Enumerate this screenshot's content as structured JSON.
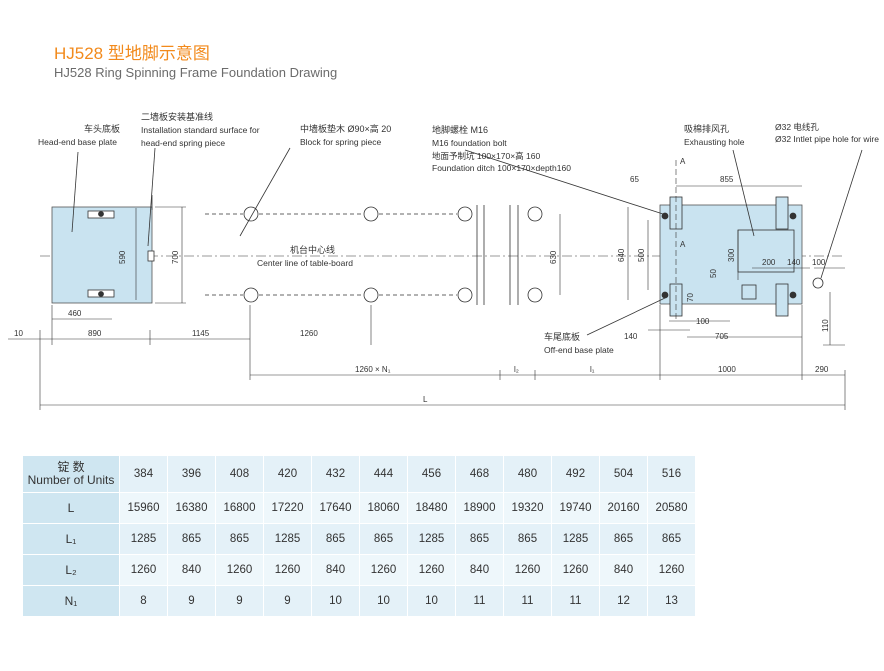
{
  "title": {
    "cn": "HJ528 型地脚示意图",
    "en": "HJ528 Ring Spinning Frame Foundation Drawing"
  },
  "labels": {
    "head_end_base_cn": "车头底板",
    "head_end_base_en": "Head-end base plate",
    "install_std_cn": "二墙板安装基准线",
    "install_std_en1": "Installation standard surface for",
    "install_std_en2": "head-end spring piece",
    "block_cn": "中墙板垫木 Ø90×高 20",
    "block_en": "Block for spring piece",
    "bolt_cn": "地脚螺栓 M16",
    "bolt_en": "M16 foundation bolt",
    "ditch_cn": "地面予制坑 100×170×高 160",
    "ditch_en": "Foundation ditch 100×170×depth160",
    "exhaust_cn": "吸棉排风孔",
    "exhaust_en": "Exhausting hole",
    "inlet_cn": "Ø32 电线孔",
    "inlet_en": "Ø32 Intlet pipe hole for wire",
    "centerline_cn": "机台中心线",
    "centerline_en": "Center line of table-board",
    "off_end_cn": "车尾底板",
    "off_end_en": "Off-end base plate",
    "section_a_top": "A",
    "section_a_bottom": "A"
  },
  "dimensions": {
    "d10": "10",
    "d890": "890",
    "d1145": "1145",
    "d1260": "1260",
    "d460": "460",
    "d590": "590",
    "d700": "700",
    "d630": "630",
    "d1260n": "1260 × N₁",
    "dl2": "l₂",
    "dl1": "l₁",
    "d1000": "1000",
    "d290": "290",
    "dL": "L",
    "d65": "65",
    "d855": "855",
    "d640": "640",
    "d500": "500",
    "d300": "300",
    "d50": "50",
    "d70": "70",
    "d200": "200",
    "d140a": "140",
    "d100a": "100",
    "d100b": "100",
    "d140b": "140",
    "d705": "705",
    "d110": "110"
  },
  "table": {
    "rows": [
      {
        "label_cn": "锭 数",
        "label": "Number of Units",
        "values": [
          "384",
          "396",
          "408",
          "420",
          "432",
          "444",
          "456",
          "468",
          "480",
          "492",
          "504",
          "516"
        ]
      },
      {
        "label": "L",
        "values": [
          "15960",
          "16380",
          "16800",
          "17220",
          "17640",
          "18060",
          "18480",
          "18900",
          "19320",
          "19740",
          "20160",
          "20580"
        ]
      },
      {
        "label": "L₁",
        "values": [
          "1285",
          "865",
          "865",
          "1285",
          "865",
          "865",
          "1285",
          "865",
          "865",
          "1285",
          "865",
          "865"
        ]
      },
      {
        "label": "L₂",
        "values": [
          "1260",
          "840",
          "1260",
          "1260",
          "840",
          "1260",
          "1260",
          "840",
          "1260",
          "1260",
          "840",
          "1260"
        ]
      },
      {
        "label": "N₁",
        "values": [
          "8",
          "9",
          "9",
          "9",
          "10",
          "10",
          "10",
          "11",
          "11",
          "11",
          "12",
          "13"
        ]
      }
    ]
  },
  "colors": {
    "title": "#f28a1c",
    "plate_fill": "#c9e3f0",
    "line": "#333333",
    "table_header": "#cfe6f1",
    "table_cell": "#e4f1f8"
  }
}
